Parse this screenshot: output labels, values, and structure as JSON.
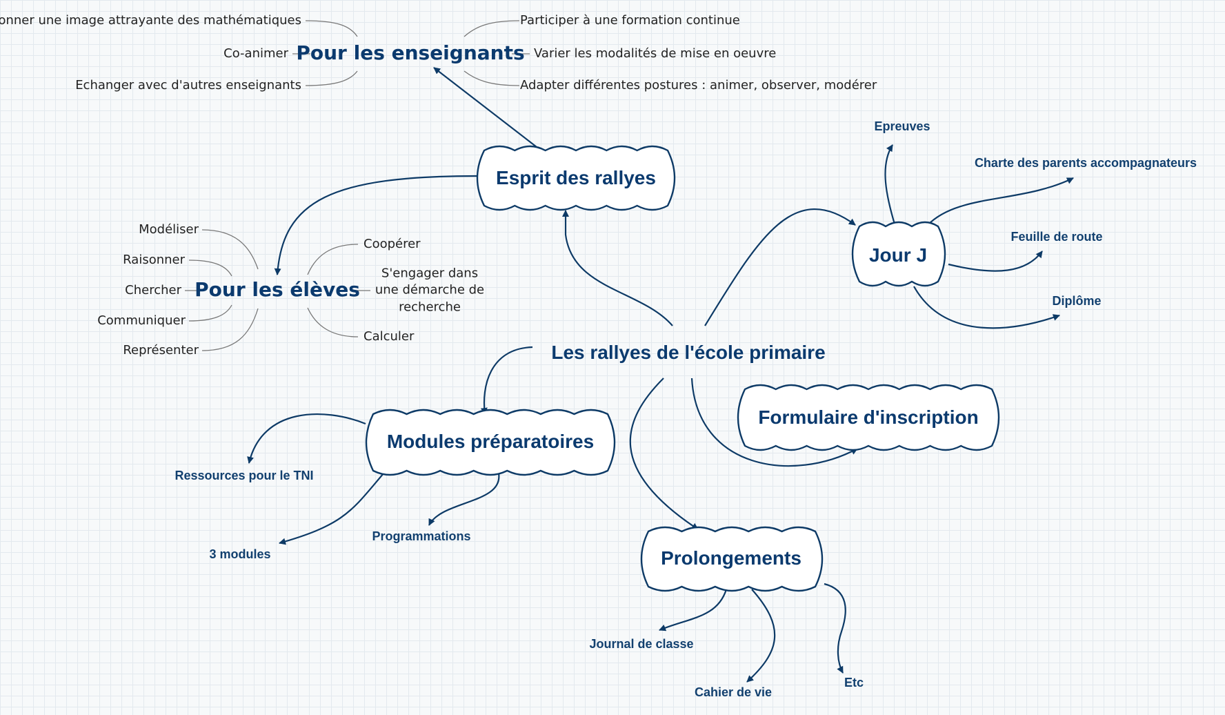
{
  "center": "Les rallyes de l'école primaire",
  "esprit": {
    "title": "Esprit des rallyes",
    "enseignants": {
      "title": "Pour les enseignants",
      "left": [
        "Donner une image attrayante des mathématiques",
        "Co-animer",
        "Echanger avec d'autres enseignants"
      ],
      "right": [
        "Participer à une formation continue",
        "Varier les modalités de mise en oeuvre",
        "Adapter différentes postures : animer, observer, modérer"
      ]
    },
    "eleves": {
      "title": "Pour les élèves",
      "left": [
        "Modéliser",
        "Raisonner",
        "Chercher",
        "Communiquer",
        "Représenter"
      ],
      "right": [
        "Coopérer",
        "S'engager dans une démarche de recherche",
        "Calculer"
      ]
    }
  },
  "jour_j": {
    "title": "Jour J",
    "items": [
      "Epreuves",
      "Charte des parents accompagnateurs",
      "Feuille de route",
      "Diplôme"
    ]
  },
  "formulaire": {
    "title": "Formulaire d'inscription"
  },
  "modules": {
    "title": "Modules préparatoires",
    "items": [
      "Ressources pour le TNI",
      "3 modules",
      "Programmations"
    ]
  },
  "prolongements": {
    "title": "Prolongements",
    "items": [
      "Journal de classe",
      "Cahier de vie",
      "Etc"
    ]
  },
  "colors": {
    "line": "#0d3a66",
    "thin_line": "#6a6a6a",
    "text_dark": "#222222",
    "accent": "#0b3a6e"
  }
}
